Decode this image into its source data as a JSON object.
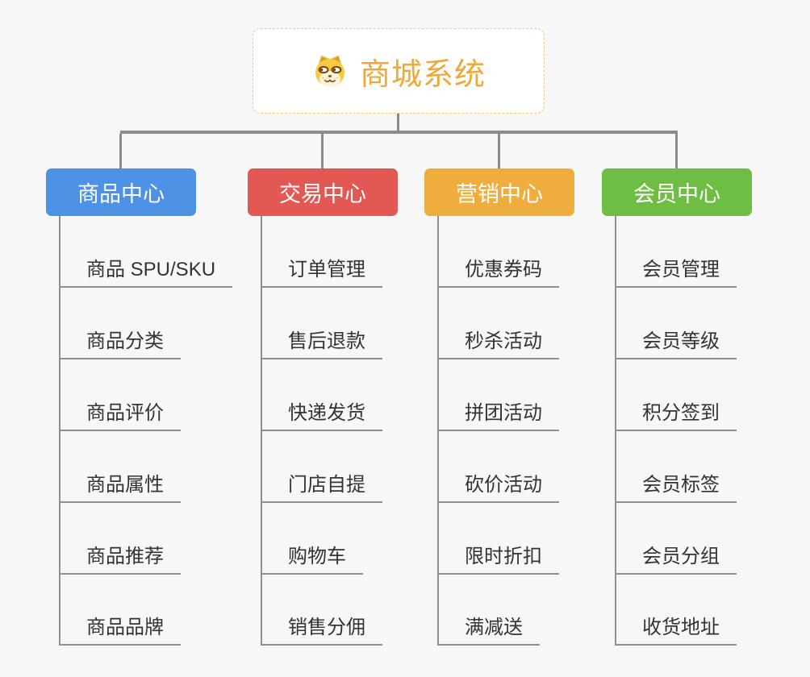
{
  "canvas": {
    "background": "#f7f7f7",
    "connector_color": "#8c8c8c",
    "underline_color": "#8f8f8f"
  },
  "root": {
    "label": "商城系统",
    "icon": "doge-icon",
    "text_color": "#efa93b",
    "border_color": "#f3c57c",
    "background": "#ffffff"
  },
  "branches": [
    {
      "label": "商品中心",
      "color": "#4d92e5",
      "items": [
        "商品 SPU/SKU",
        "商品分类",
        "商品评价",
        "商品属性",
        "商品推荐",
        "商品品牌"
      ]
    },
    {
      "label": "交易中心",
      "color": "#e25852",
      "items": [
        "订单管理",
        "售后退款",
        "快递发货",
        "门店自提",
        "购物车",
        "销售分佣"
      ]
    },
    {
      "label": "营销中心",
      "color": "#efad3d",
      "items": [
        "优惠券码",
        "秒杀活动",
        "拼团活动",
        "砍价活动",
        "限时折扣",
        "满减送"
      ]
    },
    {
      "label": "会员中心",
      "color": "#6fbe44",
      "items": [
        "会员管理",
        "会员等级",
        "积分签到",
        "会员标签",
        "会员分组",
        "收货地址"
      ]
    }
  ]
}
